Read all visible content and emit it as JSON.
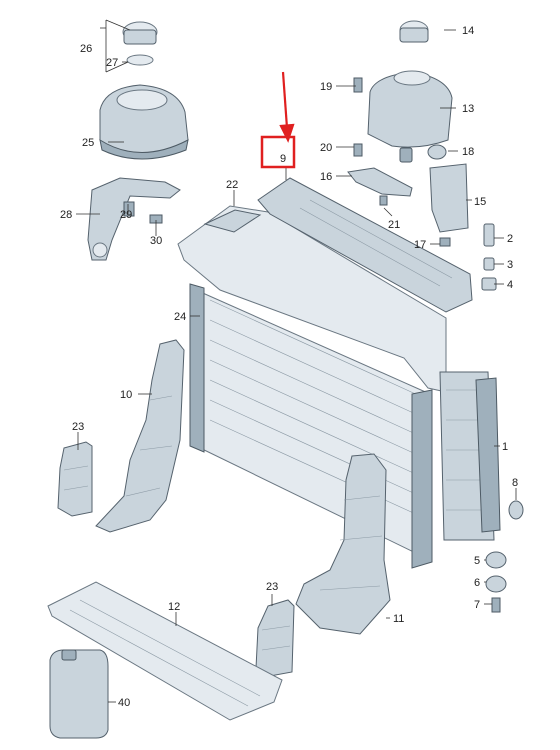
{
  "callouts": {
    "c1": "1",
    "c2": "2",
    "c3": "3",
    "c4": "4",
    "c5": "5",
    "c6": "6",
    "c7": "7",
    "c8": "8",
    "c9": "9",
    "c10": "10",
    "c11": "11",
    "c12": "12",
    "c13": "13",
    "c14": "14",
    "c15": "15",
    "c16": "16",
    "c17": "17",
    "c18": "18",
    "c19": "19",
    "c20": "20",
    "c21": "21",
    "c22": "22",
    "c23a": "23",
    "c23b": "23",
    "c24": "24",
    "c25": "25",
    "c26": "26",
    "c27": "27",
    "c28": "28",
    "c29": "29",
    "c30": "30",
    "c40": "40"
  },
  "highlight": {
    "color": "#e02020",
    "target": "9"
  }
}
